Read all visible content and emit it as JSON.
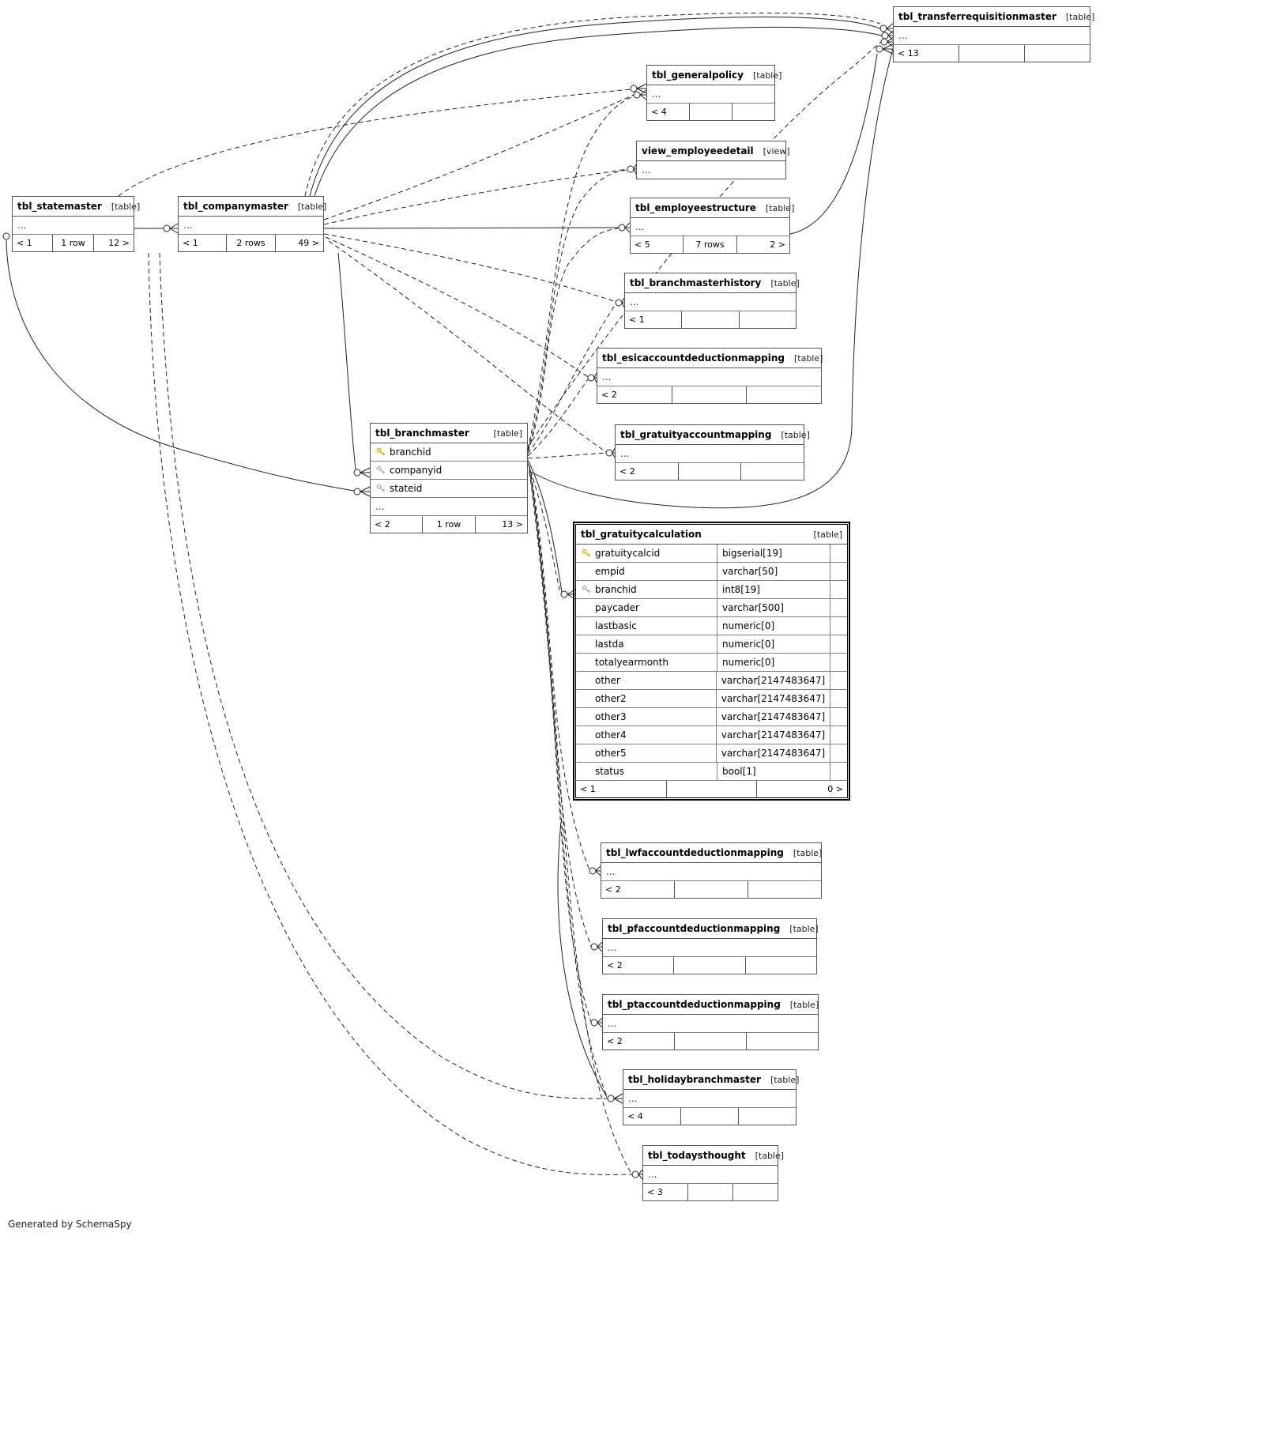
{
  "diagram_note": "Generated by SchemaSpy",
  "tables": {
    "statemaster": {
      "name": "tbl_statemaster",
      "badge": "[table]",
      "ellipsis": "...",
      "footer": [
        "< 1",
        "1 row",
        "12 >"
      ]
    },
    "companymaster": {
      "name": "tbl_companymaster",
      "badge": "[table]",
      "ellipsis": "...",
      "footer": [
        "< 1",
        "2 rows",
        "49 >"
      ]
    },
    "transferrequisitionmaster": {
      "name": "tbl_transferrequisitionmaster",
      "badge": "[table]",
      "ellipsis": "...",
      "footer": [
        "< 13",
        "",
        ""
      ]
    },
    "generalpolicy": {
      "name": "tbl_generalpolicy",
      "badge": "[table]",
      "ellipsis": "...",
      "footer": [
        "< 4",
        "",
        ""
      ]
    },
    "view_employeedetail": {
      "name": "view_employeedetail",
      "badge": "[view]",
      "ellipsis": "..."
    },
    "employeestructure": {
      "name": "tbl_employeestructure",
      "badge": "[table]",
      "ellipsis": "...",
      "footer": [
        "< 5",
        "7 rows",
        "2 >"
      ]
    },
    "branchmasterhistory": {
      "name": "tbl_branchmasterhistory",
      "badge": "[table]",
      "ellipsis": "...",
      "footer": [
        "< 1",
        "",
        ""
      ]
    },
    "esicaccountdeductionmapping": {
      "name": "tbl_esicaccountdeductionmapping",
      "badge": "[table]",
      "ellipsis": "...",
      "footer": [
        "< 2",
        "",
        ""
      ]
    },
    "gratuityaccountmapping": {
      "name": "tbl_gratuityaccountmapping",
      "badge": "[table]",
      "ellipsis": "...",
      "footer": [
        "< 2",
        "",
        ""
      ]
    },
    "branchmaster": {
      "name": "tbl_branchmaster",
      "badge": "[table]",
      "columns": [
        {
          "name": "branchid",
          "key": "pk"
        },
        {
          "name": "companyid",
          "key": "fk"
        },
        {
          "name": "stateid",
          "key": "fk"
        },
        {
          "name": "...",
          "key": ""
        }
      ],
      "footer": [
        "< 2",
        "1 row",
        "13 >"
      ]
    },
    "gratuitycalculation": {
      "name": "tbl_gratuitycalculation",
      "badge": "[table]",
      "columns": [
        {
          "name": "gratuitycalcid",
          "type": "bigserial[19]",
          "key": "pk"
        },
        {
          "name": "empid",
          "type": "varchar[50]",
          "key": ""
        },
        {
          "name": "branchid",
          "type": "int8[19]",
          "key": "fk"
        },
        {
          "name": "paycader",
          "type": "varchar[500]",
          "key": ""
        },
        {
          "name": "lastbasic",
          "type": "numeric[0]",
          "key": ""
        },
        {
          "name": "lastda",
          "type": "numeric[0]",
          "key": ""
        },
        {
          "name": "totalyearmonth",
          "type": "numeric[0]",
          "key": ""
        },
        {
          "name": "other",
          "type": "varchar[2147483647]",
          "key": ""
        },
        {
          "name": "other2",
          "type": "varchar[2147483647]",
          "key": ""
        },
        {
          "name": "other3",
          "type": "varchar[2147483647]",
          "key": ""
        },
        {
          "name": "other4",
          "type": "varchar[2147483647]",
          "key": ""
        },
        {
          "name": "other5",
          "type": "varchar[2147483647]",
          "key": ""
        },
        {
          "name": "status",
          "type": "bool[1]",
          "key": ""
        }
      ],
      "footer": [
        "< 1",
        "",
        "0 >"
      ]
    },
    "lwfaccountdeductionmapping": {
      "name": "tbl_lwfaccountdeductionmapping",
      "badge": "[table]",
      "ellipsis": "...",
      "footer": [
        "< 2",
        "",
        ""
      ]
    },
    "pfaccountdeductionmapping": {
      "name": "tbl_pfaccountdeductionmapping",
      "badge": "[table]",
      "ellipsis": "...",
      "footer": [
        "< 2",
        "",
        ""
      ]
    },
    "ptaccountdeductionmapping": {
      "name": "tbl_ptaccountdeductionmapping",
      "badge": "[table]",
      "ellipsis": "...",
      "footer": [
        "< 2",
        "",
        ""
      ]
    },
    "holidaybranchmaster": {
      "name": "tbl_holidaybranchmaster",
      "badge": "[table]",
      "ellipsis": "...",
      "footer": [
        "< 4",
        "",
        ""
      ]
    },
    "todaysthought": {
      "name": "tbl_todaysthought",
      "badge": "[table]",
      "ellipsis": "...",
      "footer": [
        "< 3",
        "",
        ""
      ]
    }
  },
  "colors": {
    "primary_key": "#d1be00",
    "foreign_key": "#b2b2b2",
    "wire": "#222222"
  },
  "relationships": [
    {
      "from": "tbl_statemaster",
      "to": "tbl_companymaster",
      "style": "solid"
    },
    {
      "from": "tbl_statemaster",
      "to": "tbl_branchmaster",
      "style": "solid"
    },
    {
      "from": "tbl_companymaster",
      "to": "tbl_branchmaster",
      "style": "solid"
    },
    {
      "from": "tbl_companymaster",
      "to": "tbl_employeestructure",
      "style": "solid"
    },
    {
      "from": "tbl_companymaster",
      "to": "tbl_transferrequisitionmaster",
      "style": "solid"
    },
    {
      "from": "tbl_employeestructure",
      "to": "tbl_transferrequisitionmaster",
      "style": "solid"
    },
    {
      "from": "tbl_transferrequisitionmaster",
      "to": "tbl_branchmaster",
      "style": "solid"
    },
    {
      "from": "tbl_branchmaster",
      "to": "tbl_gratuitycalculation",
      "style": "solid"
    },
    {
      "from": "tbl_branchmaster",
      "to": "tbl_holidaybranchmaster",
      "style": "solid"
    },
    {
      "from": "tbl_companymaster",
      "to": "tbl_generalpolicy",
      "style": "dashed"
    },
    {
      "from": "tbl_statemaster",
      "to": "tbl_generalpolicy",
      "style": "dashed"
    },
    {
      "from": "tbl_companymaster",
      "to": "view_employeedetail",
      "style": "dashed"
    },
    {
      "from": "tbl_companymaster",
      "to": "tbl_branchmasterhistory",
      "style": "dashed"
    },
    {
      "from": "tbl_companymaster",
      "to": "tbl_esicaccountdeductionmapping",
      "style": "dashed"
    },
    {
      "from": "tbl_companymaster",
      "to": "tbl_gratuityaccountmapping",
      "style": "dashed"
    },
    {
      "from": "tbl_statemaster",
      "to": "tbl_holidaybranchmaster",
      "style": "dashed"
    },
    {
      "from": "tbl_statemaster",
      "to": "tbl_todaysthought",
      "style": "dashed"
    },
    {
      "from": "tbl_branchmaster",
      "to": "tbl_generalpolicy",
      "style": "dashed"
    },
    {
      "from": "tbl_branchmaster",
      "to": "view_employeedetail",
      "style": "dashed"
    },
    {
      "from": "tbl_branchmaster",
      "to": "tbl_employeestructure",
      "style": "dashed"
    },
    {
      "from": "tbl_branchmaster",
      "to": "tbl_branchmasterhistory",
      "style": "dashed"
    },
    {
      "from": "tbl_branchmaster",
      "to": "tbl_esicaccountdeductionmapping",
      "style": "dashed"
    },
    {
      "from": "tbl_branchmaster",
      "to": "tbl_gratuityaccountmapping",
      "style": "dashed"
    },
    {
      "from": "tbl_branchmaster",
      "to": "tbl_lwfaccountdeductionmapping",
      "style": "dashed"
    },
    {
      "from": "tbl_branchmaster",
      "to": "tbl_pfaccountdeductionmapping",
      "style": "dashed"
    },
    {
      "from": "tbl_branchmaster",
      "to": "tbl_ptaccountdeductionmapping",
      "style": "dashed"
    },
    {
      "from": "tbl_branchmaster",
      "to": "tbl_holidaybranchmaster",
      "style": "dashed"
    },
    {
      "from": "tbl_branchmaster",
      "to": "tbl_todaysthought",
      "style": "dashed"
    },
    {
      "from": "tbl_branchmaster",
      "to": "tbl_transferrequisitionmaster",
      "style": "dashed"
    }
  ]
}
